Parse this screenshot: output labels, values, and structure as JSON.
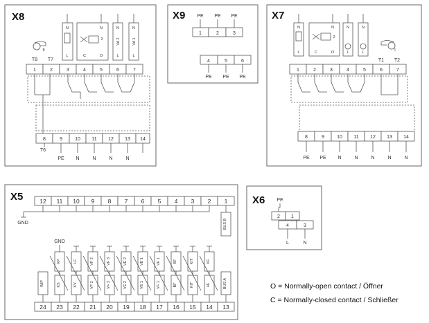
{
  "panels": {
    "x8": {
      "title": "X8",
      "top_terminals": [
        "1",
        "2",
        "3",
        "4",
        "5",
        "6",
        "7"
      ],
      "top_labels": [
        "T8",
        "T7"
      ],
      "bottom_terminals": [
        "8",
        "9",
        "10",
        "11",
        "12",
        "13",
        "14"
      ],
      "bottom_labels": [
        "PE",
        "N",
        "N",
        "N",
        "N"
      ],
      "t6_label": "T6",
      "roman": "II"
    },
    "x9": {
      "title": "X9",
      "top_terminals": [
        "1",
        "2",
        "3"
      ],
      "top_labels": [
        "PE",
        "PE",
        "PE"
      ],
      "bottom_terminals": [
        "4",
        "5",
        "6"
      ],
      "bottom_labels": [
        "PE",
        "PE",
        "PE"
      ]
    },
    "x7": {
      "title": "X7",
      "top_terminals": [
        "1",
        "2",
        "3",
        "4",
        "5",
        "6",
        "7"
      ],
      "top_labels": [
        "T1",
        "T2"
      ],
      "bottom_terminals": [
        "8",
        "9",
        "10",
        "11",
        "12",
        "13",
        "14"
      ],
      "bottom_labels": [
        "PE",
        "PE",
        "N",
        "N",
        "N",
        "N",
        "N"
      ],
      "roman": "I"
    },
    "x5": {
      "title": "X5",
      "top_terminals": [
        "12",
        "11",
        "10",
        "9",
        "8",
        "7",
        "6",
        "5",
        "4",
        "3",
        "2",
        "1"
      ],
      "gnd_left": "GND",
      "gnd_mid": "GND",
      "bus_b": "BUS B",
      "bus_a": "BUS A",
      "imp": "IMP",
      "upper_labels": [
        "KP",
        "LF",
        "VF 2",
        "VF 3",
        "VE 2",
        "VE 1",
        "VF 1",
        "BF",
        "KIT",
        "KF"
      ],
      "lower_labels": [
        "KS",
        "KV",
        "VF 2",
        "VF 3",
        "VE 2",
        "VE 1",
        "VF 1",
        "BF",
        "KIT",
        "4F"
      ],
      "bottom_terminals": [
        "24",
        "23",
        "22",
        "21",
        "20",
        "19",
        "18",
        "17",
        "16",
        "15",
        "14",
        "13"
      ]
    },
    "x6": {
      "title": "X6",
      "pe_label": "PE",
      "top_terminals": [
        "2",
        "1"
      ],
      "bottom_terminals": [
        "4",
        "3"
      ],
      "bottom_labels": [
        "L",
        "N"
      ]
    }
  },
  "legend": {
    "open": "O = Normally-open contact / Öffner",
    "closed": "C = Normally-closed contact / Schließer"
  },
  "component_labels": {
    "n": "N",
    "l": "L",
    "c": "C",
    "o": "O",
    "va1": "VA 1",
    "va2": "VA 2",
    "mixer": "2"
  }
}
